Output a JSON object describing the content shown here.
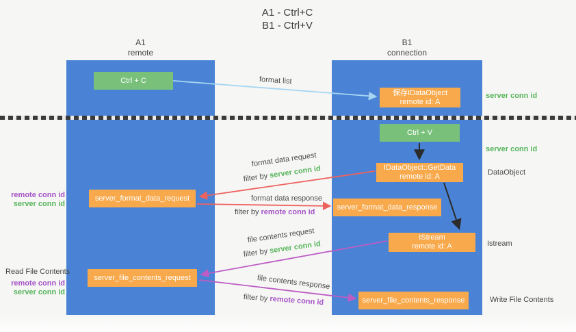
{
  "title": {
    "line1": "A1 - Ctrl+C",
    "line2": "B1 - Ctrl+V"
  },
  "lanes": {
    "left": {
      "title": "A1",
      "subtitle": "remote"
    },
    "right": {
      "title": "B1",
      "subtitle": "connection"
    }
  },
  "boxes": {
    "ctrl_c": {
      "label": "Ctrl + C"
    },
    "save_dataobject": {
      "line1": "保存IDataObject",
      "line2": "remote id: A"
    },
    "ctrl_v": {
      "label": "Ctrl + V"
    },
    "getdata": {
      "line1": "IDataObject::GetData",
      "line2": "remote id: A"
    },
    "server_format_data_request": {
      "label": "server_format_data_request"
    },
    "server_format_data_response": {
      "label": "server_format_data_response"
    },
    "istream": {
      "line1": "IStream",
      "line2": "remote id: A"
    },
    "server_file_contents_request": {
      "label": "server_file_contents_request"
    },
    "server_file_contents_response": {
      "label": "server_file_contents_response"
    }
  },
  "flow_labels": {
    "format_list": "format list",
    "format_data_request": "format data request",
    "format_data_request_filter": {
      "prefix": "filter by",
      "id": "server conn id"
    },
    "format_data_response": "format data response",
    "format_data_response_filter": {
      "prefix": "filter by",
      "id": "remote conn id"
    },
    "file_contents_request": "file contents request",
    "file_contents_request_filter": {
      "prefix": "filter by",
      "id": "server conn id"
    },
    "file_contents_response": "file contents response",
    "file_contents_response_filter": {
      "prefix": "filter by",
      "id": "remote conn id"
    }
  },
  "annotations": {
    "right_server_conn_id_top": "server conn id",
    "right_server_conn_id_mid": "server conn id",
    "right_dataobject": "DataObject",
    "right_istream": "Istream",
    "right_write_file_contents": "Write File Contents",
    "left_remote_conn_id_mid": "remote conn id",
    "left_server_conn_id_mid": "server conn id",
    "left_read_file_contents": "Read File Contents",
    "left_remote_conn_id_bottom": "remote conn id",
    "left_server_conn_id_bottom": "server conn id"
  },
  "colors": {
    "lane_blue": "#4a83d5",
    "box_green": "#79c17b",
    "box_orange": "#f7a94c",
    "arrow_light_blue": "#a5d5f2",
    "arrow_red": "#ee625e",
    "arrow_magenta": "#bd5cc4",
    "arrow_black": "#2b2b2b",
    "id_green_text": "#58b55c",
    "id_purple_text": "#a553c5"
  }
}
